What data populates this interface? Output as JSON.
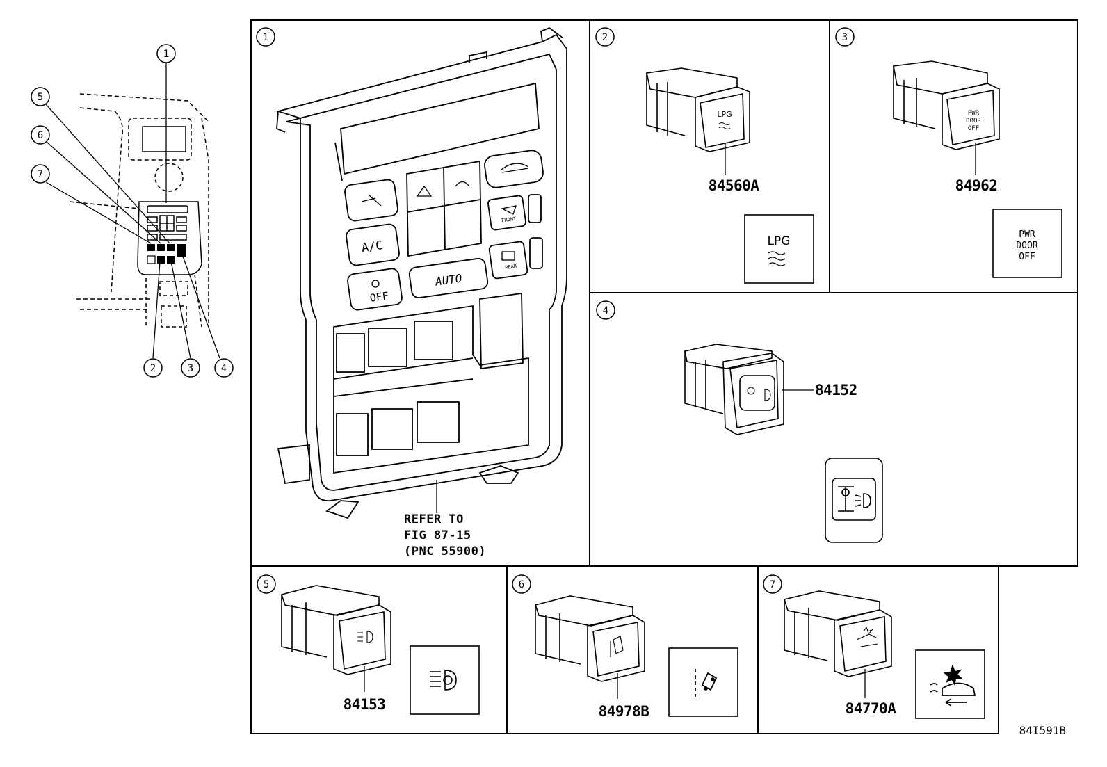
{
  "diagram": {
    "callouts": [
      "1",
      "2",
      "3",
      "4",
      "5",
      "6",
      "7"
    ],
    "panels": [
      {
        "id": "1",
        "refer": [
          "REFER TO",
          "FIG 87-15",
          "(PNC 55900)"
        ],
        "buttons": {
          "ac": "A/C",
          "off": "OFF",
          "auto": "AUTO",
          "front": "FRONT",
          "rear": "REAR"
        }
      },
      {
        "id": "2",
        "part": "84560A",
        "icon_text": "LPG"
      },
      {
        "id": "3",
        "part": "84962",
        "icon_text": [
          "PWR",
          "DOOR",
          "OFF"
        ]
      },
      {
        "id": "4",
        "part": "84152"
      },
      {
        "id": "5",
        "part": "84153"
      },
      {
        "id": "6",
        "part": "84978B"
      },
      {
        "id": "7",
        "part": "84770A"
      }
    ],
    "figure_code": "84I591B"
  },
  "colors": {
    "line": "#000000",
    "background": "#ffffff"
  }
}
